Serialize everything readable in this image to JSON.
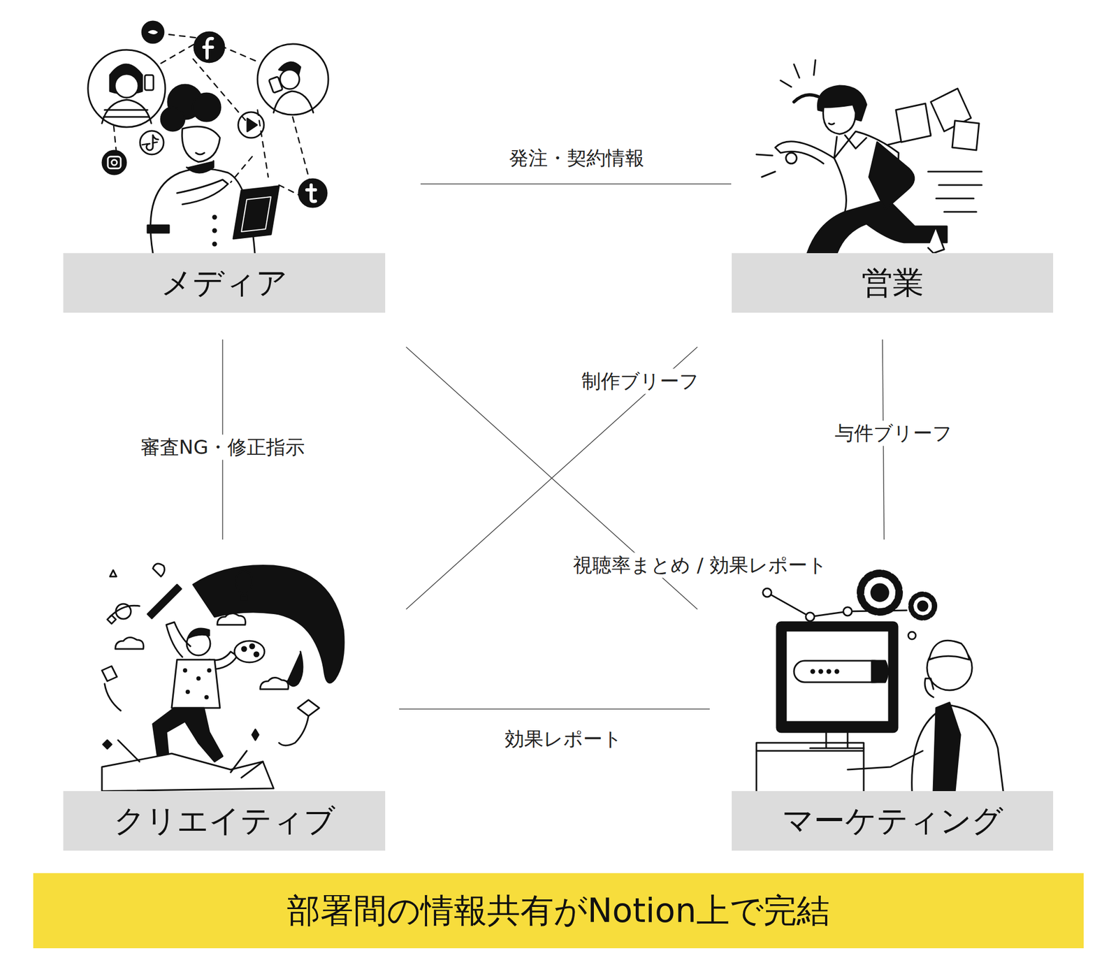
{
  "diagram": {
    "nodes": [
      {
        "text": [
          "メディア"
        ]
      },
      {
        "text": [
          "営業"
        ]
      },
      {
        "text": [
          "クリエイティブ"
        ]
      },
      {
        "text": [
          "マーケティング"
        ]
      },
      {
        "text": [
          "部署間の情報共有がNotion上で完結"
        ]
      }
    ],
    "edges": [
      {
        "from": 0,
        "to": 1,
        "label": "発注・契約情報",
        "arrow": "none"
      },
      {
        "from": 1,
        "to": 2,
        "label": "制作ブリーフ",
        "arrow": "none"
      },
      {
        "from": 0,
        "to": 2,
        "label": "審査NG・修正指示",
        "arrow": "none"
      },
      {
        "from": 1,
        "to": 3,
        "label": "与件ブリーフ",
        "arrow": "none"
      },
      {
        "from": 0,
        "to": 3,
        "label": "視聴率まとめ / 効果レポート",
        "arrow": "none"
      },
      {
        "from": 2,
        "to": 3,
        "label": "効果レポート",
        "arrow": "none"
      }
    ]
  }
}
